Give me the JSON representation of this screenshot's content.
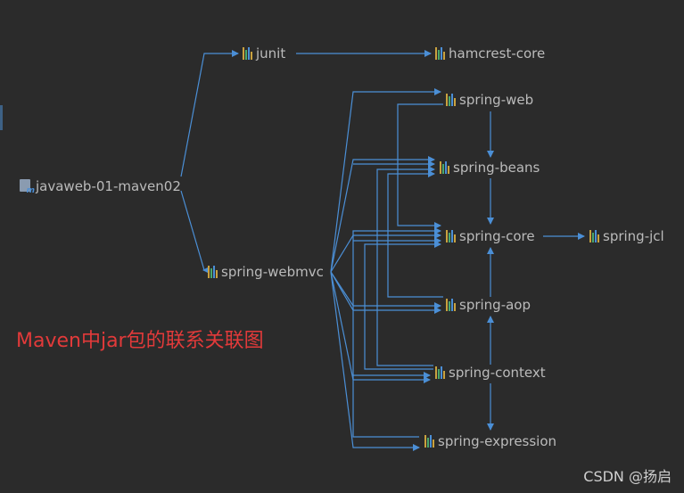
{
  "root": {
    "label": "javaweb-01-maven02",
    "icon": "maven-module-icon"
  },
  "nodes": [
    {
      "id": "junit",
      "label": "junit"
    },
    {
      "id": "hamcrest",
      "label": "hamcrest-core"
    },
    {
      "id": "webmvc",
      "label": "spring-webmvc"
    },
    {
      "id": "web",
      "label": "spring-web"
    },
    {
      "id": "beans",
      "label": "spring-beans"
    },
    {
      "id": "core",
      "label": "spring-core"
    },
    {
      "id": "jcl",
      "label": "spring-jcl"
    },
    {
      "id": "aop",
      "label": "spring-aop"
    },
    {
      "id": "context",
      "label": "spring-context"
    },
    {
      "id": "expression",
      "label": "spring-expression"
    }
  ],
  "edges": [
    [
      "root",
      "junit"
    ],
    [
      "root",
      "webmvc"
    ],
    [
      "junit",
      "hamcrest"
    ],
    [
      "webmvc",
      "web"
    ],
    [
      "webmvc",
      "beans"
    ],
    [
      "webmvc",
      "core"
    ],
    [
      "webmvc",
      "aop"
    ],
    [
      "webmvc",
      "context"
    ],
    [
      "webmvc",
      "expression"
    ],
    [
      "web",
      "beans"
    ],
    [
      "web",
      "core"
    ],
    [
      "beans",
      "core"
    ],
    [
      "core",
      "jcl"
    ],
    [
      "aop",
      "beans"
    ],
    [
      "aop",
      "core"
    ],
    [
      "context",
      "beans"
    ],
    [
      "context",
      "core"
    ],
    [
      "context",
      "aop"
    ],
    [
      "context",
      "expression"
    ],
    [
      "expression",
      "core"
    ]
  ],
  "caption": "Maven中jar包的联系关联图",
  "watermark": "CSDN @扬启",
  "colors": {
    "edge": "#4b8fd6",
    "caption": "#e23a3a",
    "text": "#bbbbbb",
    "background": "#2b2b2b"
  }
}
